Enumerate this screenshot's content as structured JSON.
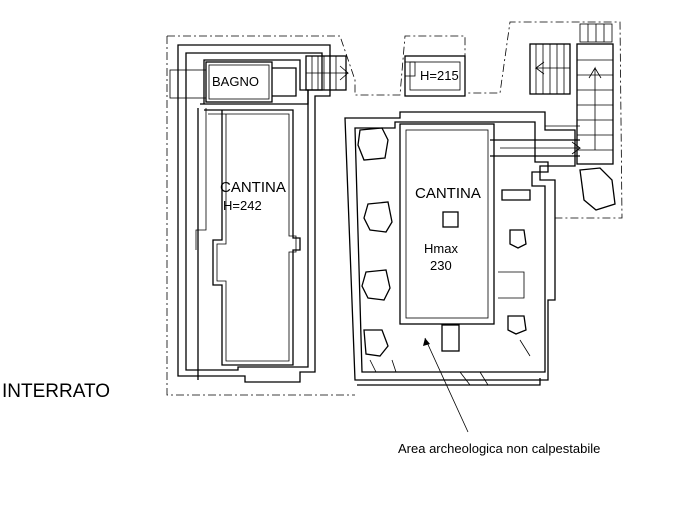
{
  "floor": {
    "title": "INTERRATO"
  },
  "rooms": {
    "bagno": "BAGNO",
    "h215": "H=215",
    "cantina_left": "CANTINA",
    "cantina_left_height": "H=242",
    "cantina_right": "CANTINA",
    "cantina_right_hmax": "Hmax",
    "cantina_right_hmax_value": "230"
  },
  "annotations": {
    "archaeological_area": "Area archeologica non calpestabile"
  }
}
